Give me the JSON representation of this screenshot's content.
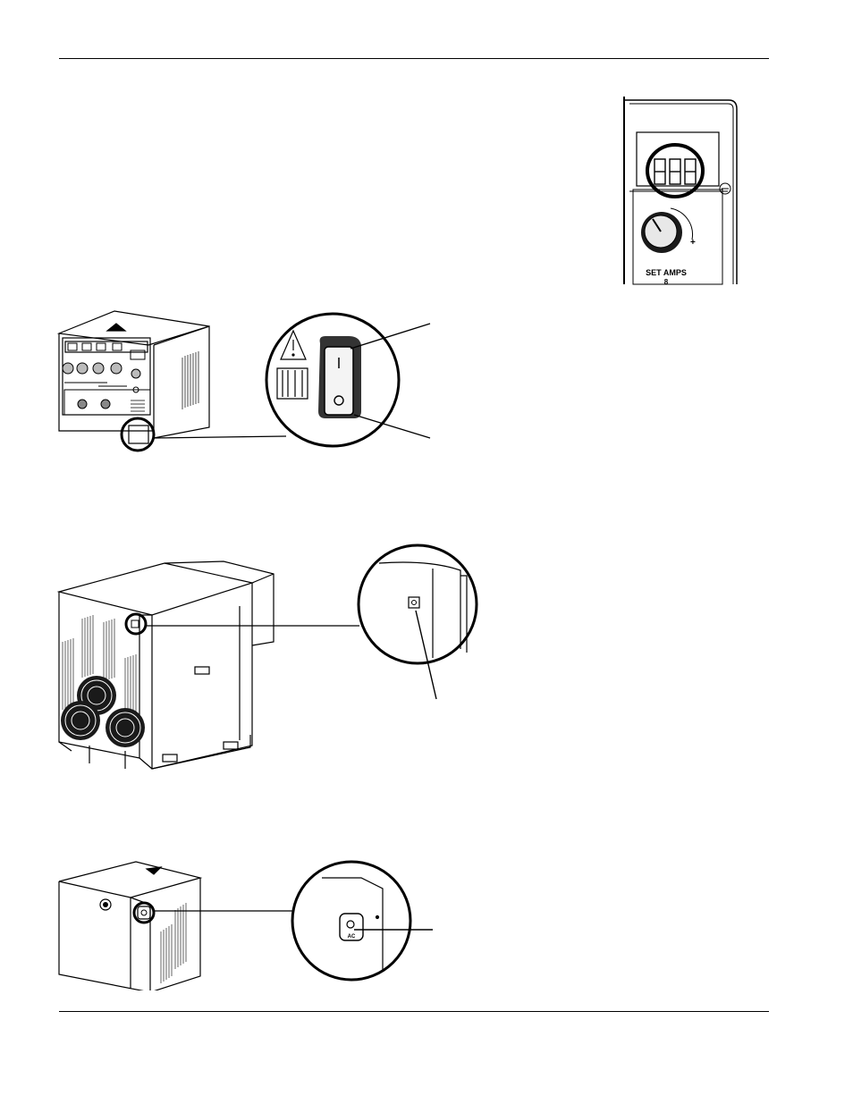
{
  "panel_inset": {
    "label_main": "SET AMPS",
    "label_sub": "8",
    "plus_mark": "+"
  },
  "chiller_inset": {
    "button_label": "AC"
  }
}
